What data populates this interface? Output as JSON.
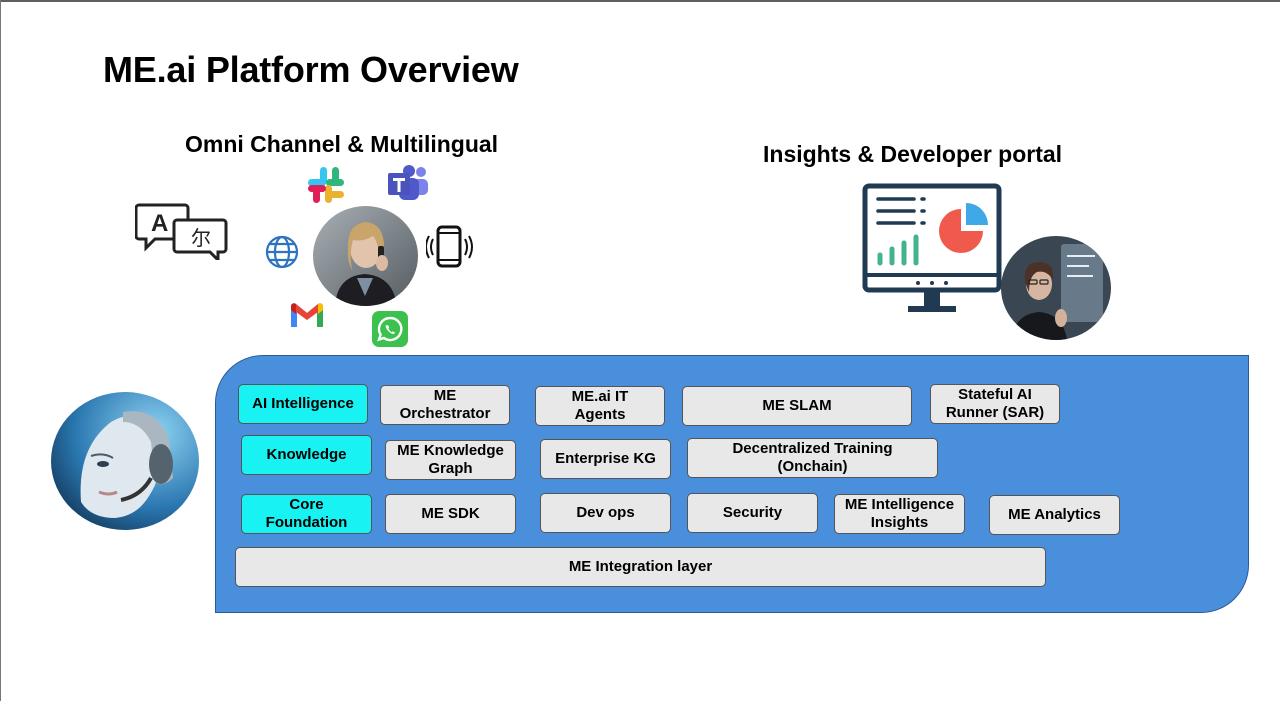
{
  "title": "ME.ai Platform Overview",
  "omni": {
    "heading": "Omni Channel & Multilingual",
    "icons": [
      "translate-icon",
      "slack-icon",
      "teams-icon",
      "globe-icon",
      "phone-icon",
      "gmail-icon",
      "whatsapp-icon"
    ],
    "translate_glyph_a": "A",
    "translate_glyph_b": "尔"
  },
  "insights": {
    "heading": "Insights & Developer portal",
    "icons": [
      "dashboard-monitor-icon"
    ]
  },
  "colors": {
    "panel": "#4a8fdb",
    "box": "#e8e8e8",
    "box_highlight": "#18f2f2"
  },
  "platform": {
    "row1": [
      "AI Intelligence",
      "ME\nOrchestrator",
      "ME.ai IT\nAgents",
      "ME SLAM",
      "Stateful AI\nRunner (SAR)"
    ],
    "row2": [
      "Knowledge",
      "ME Knowledge\nGraph",
      "Enterprise KG",
      "Decentralized Training\n(Onchain)"
    ],
    "row3": [
      "Core\nFoundation",
      "ME SDK",
      "Dev ops",
      "Security",
      "ME Intelligence\nInsights",
      "ME Analytics"
    ],
    "integration": "ME Integration layer"
  }
}
